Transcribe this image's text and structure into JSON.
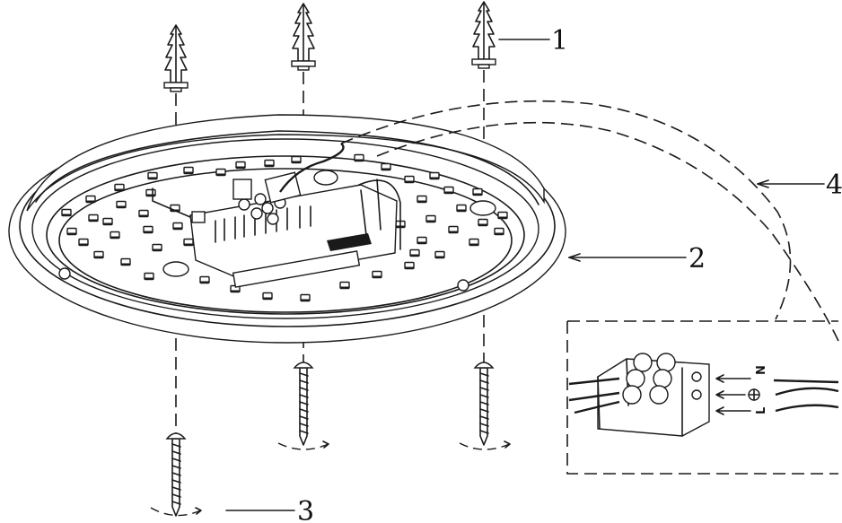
{
  "callouts": {
    "c1": "1",
    "c2": "2",
    "c3": "3",
    "c4": "4"
  },
  "terminal_labels": {
    "n": "N",
    "l": "L"
  },
  "colors": {
    "ink": "#1a1a1a",
    "background": "#ffffff"
  }
}
